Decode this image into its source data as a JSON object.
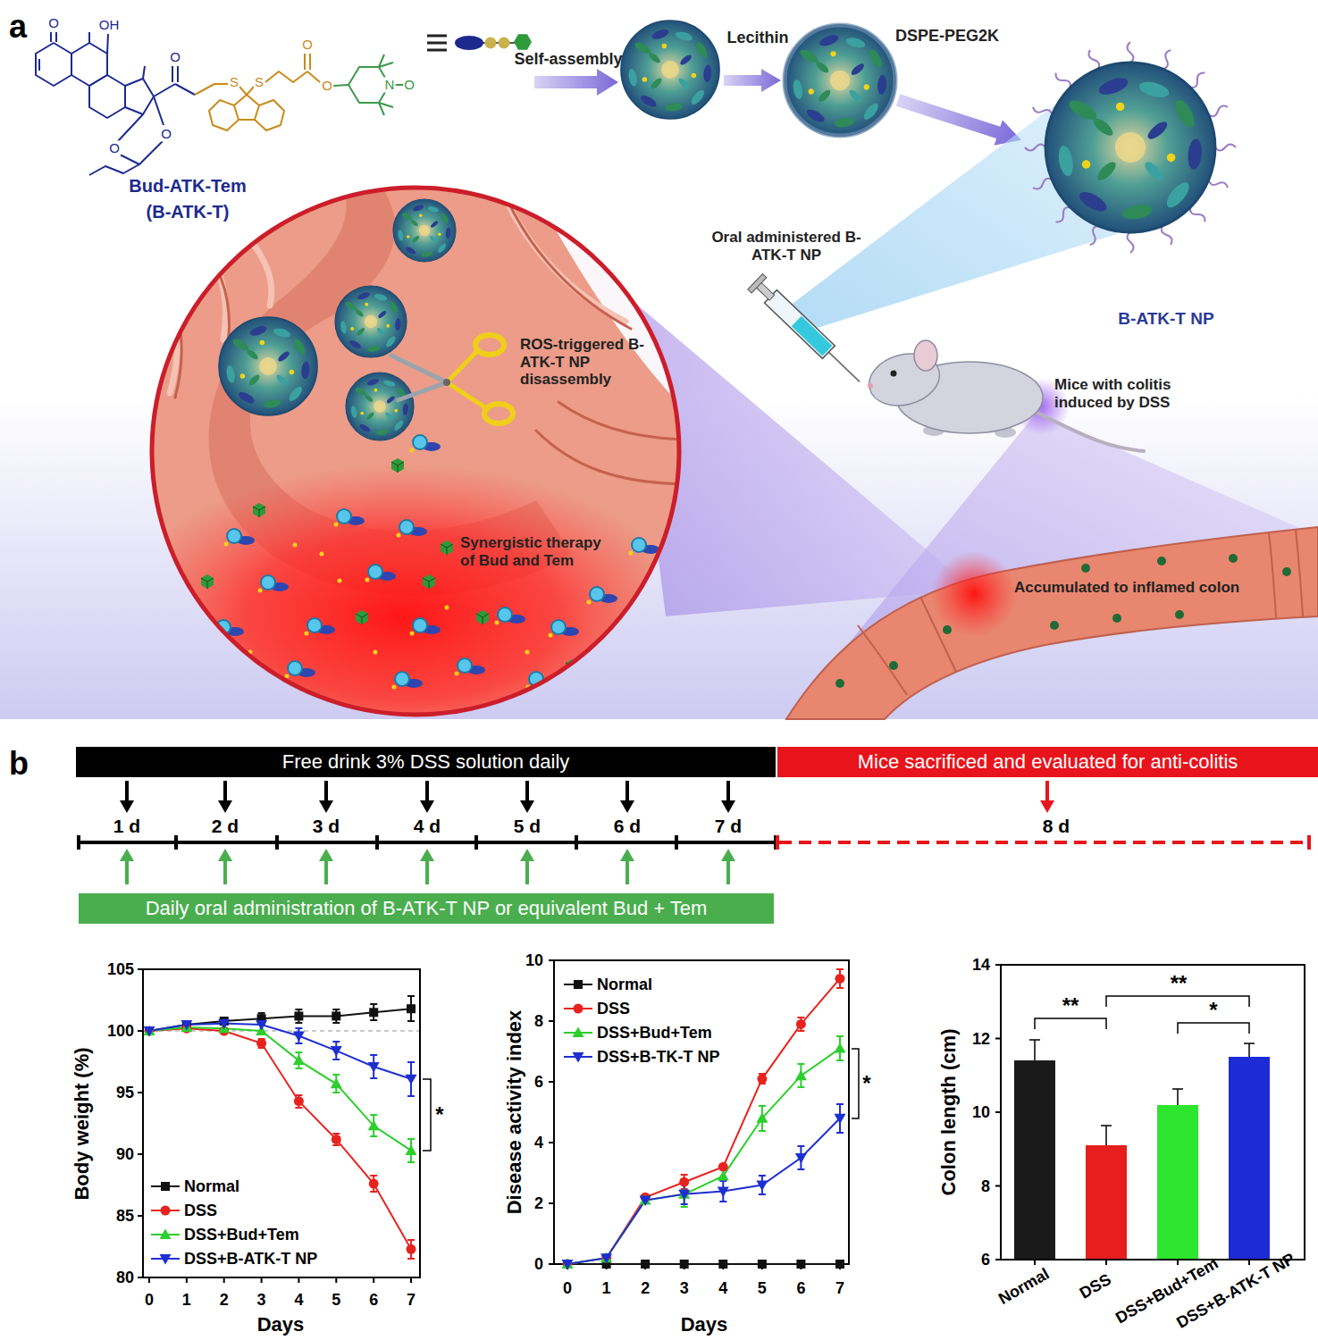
{
  "diagram": {
    "nodes": [
      {
        "text": [
          "Free drink 3% DSS solution daily"
        ]
      },
      {
        "text": [
          "Mice sacrificed and evaluated for anti-colitis"
        ]
      },
      {
        "text": [
          "Daily oral administration of B-ATK-T NP or equivalent Bud + Tem"
        ]
      }
    ],
    "labels": [
      "a",
      "Bud-ATK-Tem",
      "(B-ATK-T)",
      "O",
      "OH",
      "O",
      "O",
      "O",
      "S",
      "S",
      "O",
      "O",
      "N",
      "O",
      "Self-assembly",
      "Lecithin",
      "DSPE-PEG2K",
      "B-ATK-T NP",
      "Oral administered B-ATK-T NP",
      "Mice with colitis induced by DSS",
      "ROS-triggered B-ATK-T NP disassembly",
      "Synergistic therapy of Bud and Tem",
      "Accumulated to inflamed colon",
      "b",
      "1 d",
      "2 d",
      "3 d",
      "4 d",
      "5 d",
      "6 d",
      "7 d",
      "8 d",
      "105",
      "100",
      "95",
      "90",
      "85",
      "80",
      "0",
      "1",
      "2",
      "3",
      "4",
      "5",
      "6",
      "7",
      "Body weight (%)",
      "Days",
      "*",
      "10",
      "8",
      "6",
      "4",
      "2",
      "0",
      "0",
      "1",
      "2",
      "3",
      "4",
      "5",
      "6",
      "7",
      "Disease activity index",
      "Days",
      "*",
      "14",
      "12",
      "10",
      "8",
      "6",
      "Colon length (cm)",
      "Normal",
      "DSS",
      "DSS+Bud+Tem",
      "DSS+B-ATK-T NP",
      "**",
      "**",
      "*"
    ],
    "legend": [
      {
        "text": "Normal"
      },
      {
        "text": "DSS"
      },
      {
        "text": "DSS+Bud+Tem"
      },
      {
        "text": "DSS+B-ATK-T NP"
      },
      {
        "text": "Normal"
      },
      {
        "text": "DSS"
      },
      {
        "text": "DSS+Bud+Tem"
      },
      {
        "text": "DSS+B-TK-T NP"
      }
    ]
  }
}
